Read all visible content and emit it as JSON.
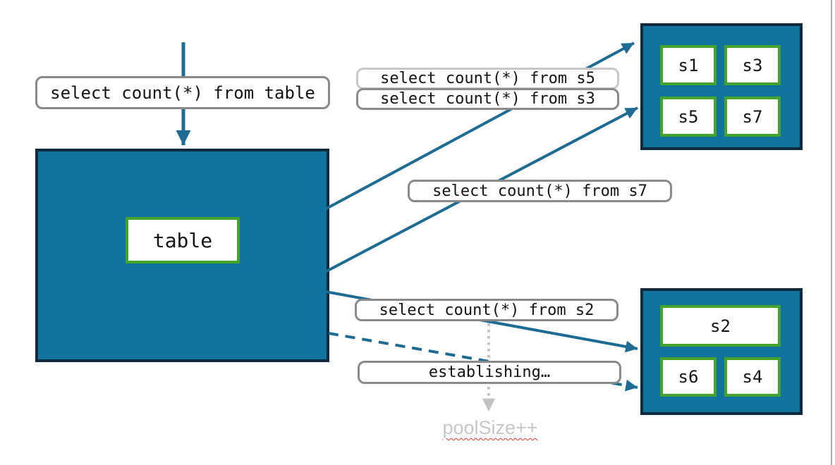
{
  "diagram": {
    "queries": {
      "from_table": "select count(*) from table",
      "from_s5": "select count(*) from s5",
      "from_s3": "select count(*) from s3",
      "from_s7": "select count(*) from s7",
      "from_s2": "select count(*) from s2",
      "establishing": "establishing…"
    },
    "table": {
      "label": "table"
    },
    "shard_group_top": {
      "shards": [
        "s1",
        "s3",
        "s5",
        "s7"
      ]
    },
    "shard_group_bottom": {
      "shards": [
        "s2",
        "s6",
        "s4"
      ]
    },
    "pool": {
      "note": "poolSize++"
    },
    "colors": {
      "teal_fill": "#10749f",
      "navy_border": "#0d2b3c",
      "green_border": "#44a32a",
      "arrow_blue": "#1e6b93",
      "label_border_gray": "#8a8a8a",
      "label_border_light": "#c8c8c8",
      "muted_gray": "#c2c2c2",
      "spellcheck_red": "#e5382c"
    }
  }
}
